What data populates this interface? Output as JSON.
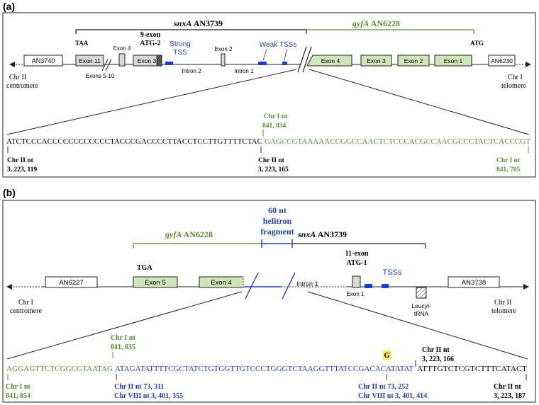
{
  "panel_a": {
    "label": "(a)",
    "snxa_header_italic": "snxA",
    "snxa_header_rest": " AN3739",
    "gyfa_header_italic": "gyfA",
    "gyfa_header_rest": " AN6228",
    "taa": "TAA",
    "atg2_line1": "9-exon",
    "atg2_line2": "ATG-2",
    "strong_tss_line1": "Strong",
    "strong_tss_line2": "TSS",
    "weak_tsss": "Weak TSSs",
    "atg": "ATG",
    "gene_an3740": "AN3740",
    "gene_an6230": "AN6230",
    "exon11": "Exon 11",
    "exon4_small": "Exon 4",
    "exon3_small": "Exon 3",
    "exon2_small": "Exon 2",
    "exons_5_10": "Exons 5-10",
    "intron2": "Intron 2",
    "intron1": "Intron 1",
    "gyfa_exon4": "Exon 4",
    "gyfa_exon3": "Exon 3",
    "gyfa_exon2": "Exon 2",
    "gyfa_exon1": "Exon 1",
    "chr2_centromere_line1": "Chr II",
    "chr2_centromere_line2": "centromere",
    "chr1_telomere_line1": "Chr I",
    "chr1_telomere_line2": "telomere",
    "chr1_nt_line1": "Chr I nt",
    "chr1_nt_line2": "841, 834",
    "seq_black": "ATCTCCCACCCCCCCCCCCCTACCCGACCCCTTACCTCCTTGTTTTCTAC",
    "seq_green": "GAGCCGTAAAAACCGGCCAACTCTCCCACGCCAACGCCCTACTCACCCGT",
    "pos_left_line1": "Chr II nt",
    "pos_left_line2": "3, 223, 119",
    "pos_mid_line1": "Chr II nt",
    "pos_mid_line2": "3, 223, 165",
    "pos_right_line1": "Chr I nt",
    "pos_right_line2": "841, 785"
  },
  "panel_b": {
    "label": "(b)",
    "helitron_line1": "60 nt",
    "helitron_line2": "helitron",
    "helitron_line3": "fragment",
    "gyfa_header_italic": "gyfA",
    "gyfa_header_rest": " AN6228",
    "snxa_header_italic": "snxA",
    "snxa_header_rest": " AN3739",
    "tga": "TGA",
    "atg1_line1": "11-exon",
    "atg1_line2": "ATG-1",
    "tsss": "TSSs",
    "gene_an6227": "AN6227",
    "gene_an3738": "AN3738",
    "exon5": "Exon 5",
    "exon4": "Exon 4",
    "intron1": "Intron 1",
    "exon1": "Exon 1",
    "leucyl_line1": "Leucyl-",
    "leucyl_line2": "tRNA",
    "chr1_centromere_line1": "Chr I",
    "chr1_centromere_line2": "centromere",
    "chr2_telomere_line1": "Chr II",
    "chr2_telomere_line2": "telomere",
    "top_green_line1": "Chr I nt",
    "top_green_line2": "841, 835",
    "g_highlight": "G",
    "top_black_line1": "Chr II nt",
    "top_black_line2": "3, 223, 166",
    "seq_green": "AGGAGTTCTCGGCGTAATAG",
    "seq_blue": "ATAGATATTTTCGCTATCTGTGGTTGTCCCTGGGTCTAAGGTTTATCCGACACATATAT",
    "seq_black": "ATTTGTCTCGTCTTTCATACT",
    "bot_green_line1": "Chr I nt",
    "bot_green_line2": "841, 854",
    "bot_blue1_line1": "Chr II nt 73, 311",
    "bot_blue1_line2": "Chr VIII nt 3, 401, 355",
    "bot_blue2_line1": "Chr II nt 73, 252",
    "bot_blue2_line2": "Chr VIII nt 3, 401, 414",
    "bot_black_line1": "Chr II nt",
    "bot_black_line2": "3, 223, 187"
  },
  "colors": {
    "green": "#5a8a2e",
    "blue": "#1f3fbf",
    "tss_blue": "#1a3fd0",
    "exon_green": "#cfe6b8",
    "exon_grey": "#d9d9d9",
    "highlight_yellow": "#f5e94a"
  }
}
